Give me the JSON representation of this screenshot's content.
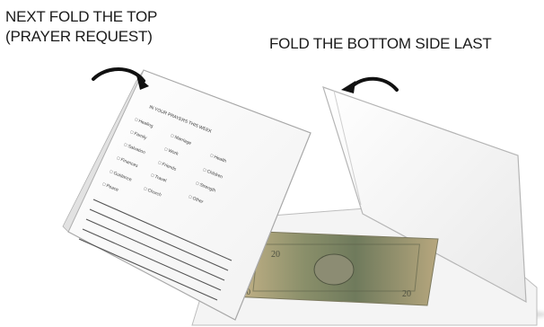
{
  "instructions": {
    "top_fold": [
      "NEXT FOLD THE TOP",
      "(PRAYER REQUEST)"
    ],
    "bottom_fold": "FOLD THE BOTTOM SIDE LAST"
  },
  "icons": {
    "left_arrow": "curved-arrow-icon",
    "right_arrow": "curved-arrow-icon"
  }
}
